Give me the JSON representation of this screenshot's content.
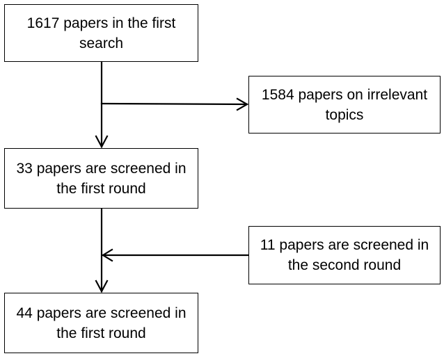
{
  "flowchart": {
    "nodes": {
      "first_search": "1617 papers in the first search",
      "irrelevant": "1584 papers on irrelevant topics",
      "first_round": "33 papers are screened in the first round",
      "second_round": "11 papers are screened in the second round",
      "final": "44 papers are screened in the first round"
    },
    "edges": [
      {
        "from": "first_search",
        "to": "first_round"
      },
      {
        "from": "first_search",
        "to": "irrelevant"
      },
      {
        "from": "first_round",
        "to": "final"
      },
      {
        "from": "second_round",
        "to": "final"
      }
    ]
  }
}
